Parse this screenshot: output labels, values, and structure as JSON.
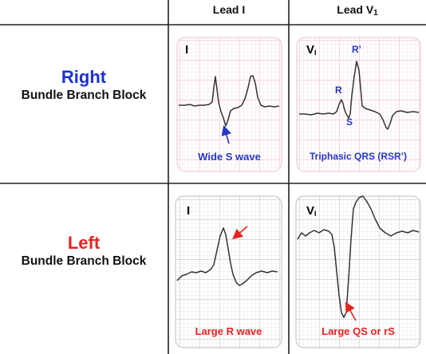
{
  "header": {
    "lead_i": "Lead I",
    "lead_v1_main": "Lead V",
    "lead_v1_sub": "1"
  },
  "rows": [
    {
      "title": "Right",
      "subtitle": "Bundle Branch Block",
      "lead_i_caption": "Wide S wave",
      "v1_caption": "Triphasic QRS (RSR’)"
    },
    {
      "title": "Left",
      "subtitle": "Bundle Branch Block",
      "lead_i_caption": "Large R wave",
      "v1_caption": "Large QS or rS"
    }
  ],
  "panel_labels": {
    "lead_i": "I",
    "v1_main": "V",
    "v1_sub": "I"
  },
  "wave_labels": {
    "r": "R",
    "r_prime": "R’",
    "s": "S"
  },
  "colors": {
    "right": "#1c2fd6",
    "left": "#e52420",
    "blue_text": "#2437c8",
    "grid_pink": "#f4c4cc",
    "grid_gray": "#c9c9c9"
  }
}
